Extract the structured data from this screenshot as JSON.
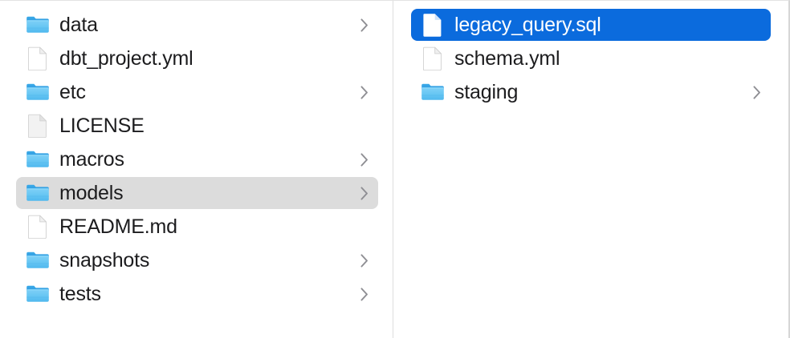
{
  "window": {
    "view_mode": "column-view",
    "background_color": "#ffffff",
    "divider_color": "#dddddd",
    "selection_active_color": "#0b6bdd",
    "selection_inactive_color": "#dcdcdc",
    "text_color": "#1c1c1e",
    "folder_icon_color": "#54bbf2",
    "chevron_color": "#8e8e93"
  },
  "columns": [
    {
      "name": "parent-column",
      "items": [
        {
          "label": "data",
          "kind": "folder",
          "icon": "folder-icon",
          "has_chevron": true,
          "selection": "none"
        },
        {
          "label": "dbt_project.yml",
          "kind": "file",
          "icon": "document-icon",
          "has_chevron": false,
          "selection": "none"
        },
        {
          "label": "etc",
          "kind": "folder",
          "icon": "folder-icon",
          "has_chevron": true,
          "selection": "none"
        },
        {
          "label": "LICENSE",
          "kind": "file",
          "icon": "plain-document-icon",
          "has_chevron": false,
          "selection": "none"
        },
        {
          "label": "macros",
          "kind": "folder",
          "icon": "folder-icon",
          "has_chevron": true,
          "selection": "none"
        },
        {
          "label": "models",
          "kind": "folder",
          "icon": "folder-icon",
          "has_chevron": true,
          "selection": "inactive"
        },
        {
          "label": "README.md",
          "kind": "file",
          "icon": "document-icon",
          "has_chevron": false,
          "selection": "none"
        },
        {
          "label": "snapshots",
          "kind": "folder",
          "icon": "folder-icon",
          "has_chevron": true,
          "selection": "none"
        },
        {
          "label": "tests",
          "kind": "folder",
          "icon": "folder-icon",
          "has_chevron": true,
          "selection": "none"
        }
      ]
    },
    {
      "name": "child-column",
      "items": [
        {
          "label": "legacy_query.sql",
          "kind": "file",
          "icon": "document-icon",
          "has_chevron": false,
          "selection": "active"
        },
        {
          "label": "schema.yml",
          "kind": "file",
          "icon": "document-icon",
          "has_chevron": false,
          "selection": "none"
        },
        {
          "label": "staging",
          "kind": "folder",
          "icon": "folder-icon",
          "has_chevron": true,
          "selection": "none"
        }
      ]
    }
  ]
}
